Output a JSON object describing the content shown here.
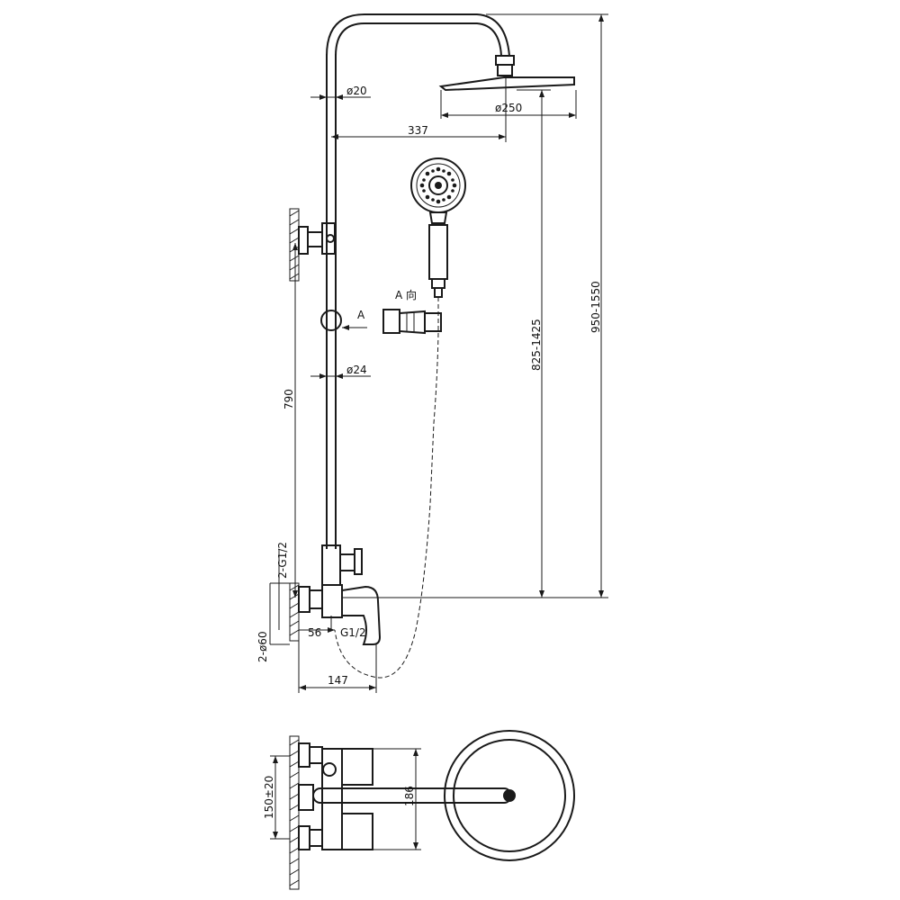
{
  "dimensions": {
    "pipe_diameter": "ø20",
    "head_diameter": "ø250",
    "arm_length": "337",
    "rail_diameter": "ø24",
    "rail_height": "790",
    "inlets": "2-G1/2",
    "inlet_count_diameter": "2-ø60",
    "offset": "56",
    "outlet_thread": "G1/2",
    "mixer_depth": "147",
    "head_height_range": "825-1425",
    "total_height_range": "950-1550",
    "center_distance": "150±20",
    "plan_depth": "186"
  },
  "view_marks": {
    "section_letter": "A",
    "direction_label": "A 向"
  }
}
